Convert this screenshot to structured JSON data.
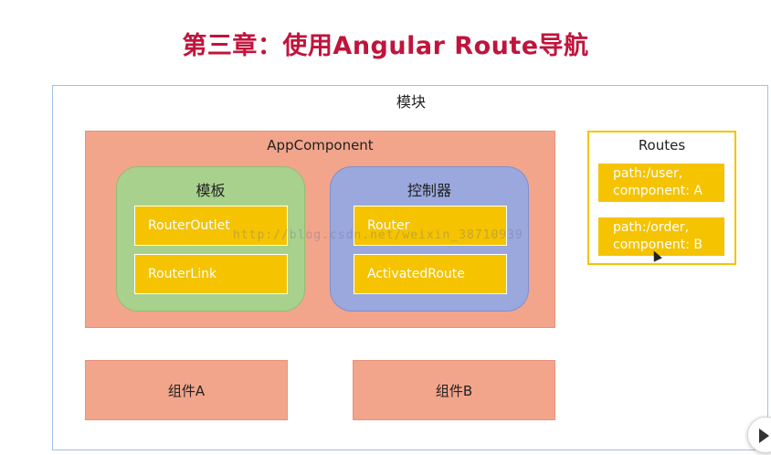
{
  "title": "第三章：使用Angular Route导航",
  "module": {
    "label": "模块",
    "app_component": {
      "label": "AppComponent",
      "template": {
        "label": "模板",
        "items": [
          "RouterOutlet",
          "RouterLink"
        ]
      },
      "controller": {
        "label": "控制器",
        "items": [
          "Router",
          "ActivatedRoute"
        ]
      }
    },
    "components": [
      "组件A",
      "组件B"
    ],
    "routes": {
      "label": "Routes",
      "items": [
        {
          "line1": "path:/user,",
          "line2": "component: A"
        },
        {
          "line1": "path:/order,",
          "line2": "component: B"
        }
      ]
    }
  },
  "watermark": "http://blog.csdn.net/weixin_38710939",
  "colors": {
    "title": "#c0143c",
    "app_component": "#f2a58b",
    "template_group": "#a9d18e",
    "controller_group": "#9aa8dd",
    "item": "#f5c300",
    "module_border": "#9ec3e6"
  },
  "icons": {
    "cursor": "mouse-pointer-icon",
    "play": "play-icon"
  }
}
